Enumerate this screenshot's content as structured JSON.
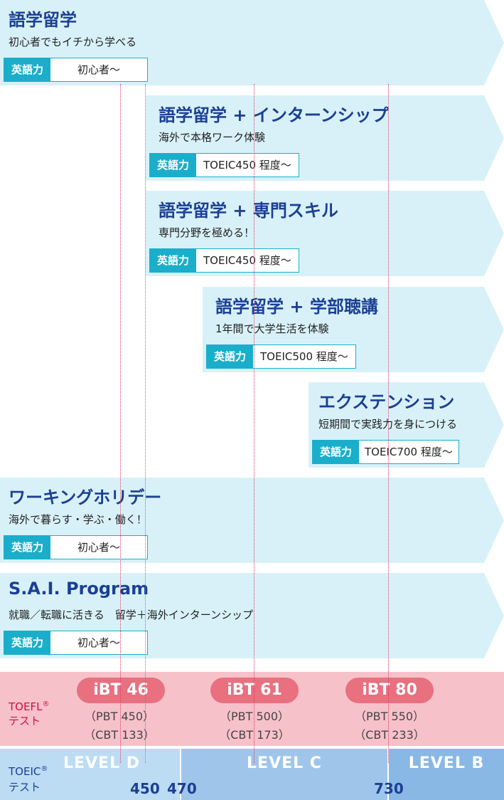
{
  "programs": [
    {
      "title": "語学留学",
      "subtitle": "初心者でもイチから学べる",
      "level_tag": "英語力",
      "level_value": "初心者〜"
    },
    {
      "title": "語学留学 + インターンシップ",
      "subtitle": "海外で本格ワーク体験",
      "level_tag": "英語力",
      "level_value": "TOEIC450 程度〜"
    },
    {
      "title": "語学留学 + 専門スキル",
      "subtitle": "専門分野を極める！",
      "level_tag": "英語力",
      "level_value": "TOEIC450 程度〜"
    },
    {
      "title": "語学留学 + 学部聴講",
      "subtitle": "1年間で大学生活を体験",
      "level_tag": "英語力",
      "level_value": "TOEIC500 程度〜"
    },
    {
      "title": "エクステンション",
      "subtitle": "短期間で実践力を身につける",
      "level_tag": "英語力",
      "level_value": "TOEIC700 程度〜"
    },
    {
      "title": "ワーキングホリデー",
      "subtitle": "海外で暮らす・学ぶ・働く！",
      "level_tag": "英語力",
      "level_value": "初心者〜"
    },
    {
      "title": "S.A.I. Program",
      "subtitle": "就職／転職に活きる　留学＋海外インターンシップ",
      "level_tag": "英語力",
      "level_value": "初心者〜"
    }
  ],
  "toefl": {
    "label_main": "TOEFL",
    "label_sup": "®",
    "label_sub": "テスト",
    "marks": [
      {
        "ibt": "iBT 46",
        "pbt": "（PBT 450）",
        "cbt": "（CBT 133）"
      },
      {
        "ibt": "iBT 61",
        "pbt": "（PBT 500）",
        "cbt": "（CBT 173）"
      },
      {
        "ibt": "iBT 80",
        "pbt": "（PBT 550）",
        "cbt": "（CBT 233）"
      }
    ]
  },
  "toeic": {
    "label_main": "TOEIC",
    "label_sup": "®",
    "label_sub": "テスト",
    "levels": [
      "LEVEL D",
      "LEVEL C",
      "LEVEL B"
    ],
    "scores": [
      "450",
      "470",
      "730"
    ],
    "colors": [
      "#bcdcf3",
      "#9fc6ea",
      "#8ab8e4"
    ]
  },
  "colors": {
    "accent": "#1aaecb",
    "title": "#1b3f95",
    "card": "#d8f1f8",
    "pill": "#e8707f",
    "toefl_bg": "#f7c1ca"
  }
}
